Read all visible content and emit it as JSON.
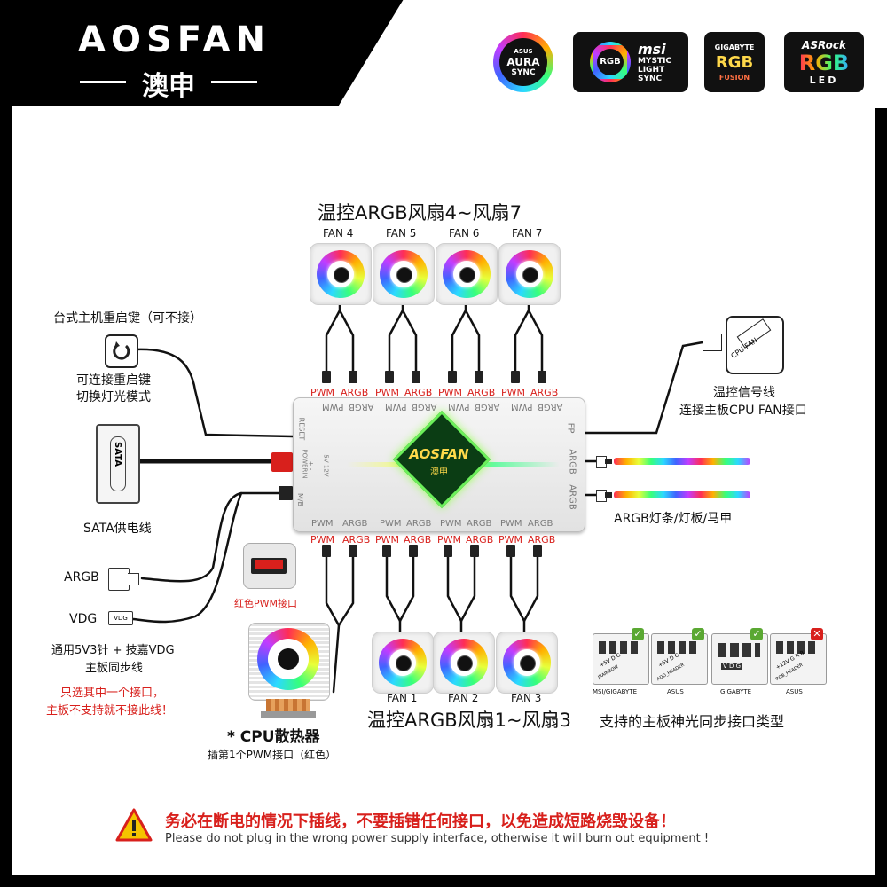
{
  "header": {
    "brand": "AOSFAN",
    "brand_sub": "澳申",
    "sync_logos": [
      {
        "name": "ASUS AURA SYNC",
        "lines": [
          "ASUS",
          "AURA",
          "SYNC"
        ]
      },
      {
        "name": "MSI MYSTIC LIGHT SYNC",
        "lines": [
          "RGB",
          "msi",
          "MYSTIC",
          "LIGHT",
          "SYNC"
        ]
      },
      {
        "name": "GIGABYTE RGB FUSION",
        "lines": [
          "GIGABYTE",
          "RGB",
          "FUSION"
        ]
      },
      {
        "name": "ASRock RGB LED",
        "lines": [
          "ASRock",
          "RGB",
          "LED"
        ]
      }
    ]
  },
  "top_group": {
    "title": "温控ARGB风扇4~风扇7",
    "fans": [
      "FAN 4",
      "FAN 5",
      "FAN 6",
      "FAN 7"
    ]
  },
  "bottom_group": {
    "title": "温控ARGB风扇1~风扇3",
    "fans": [
      "FAN 1",
      "FAN 2",
      "FAN 3"
    ]
  },
  "port_labels": {
    "pwm": "PWM",
    "argb": "ARGB"
  },
  "hub": {
    "brand": "AOSFAN",
    "brand_sub": "澳申",
    "side_left": [
      "RESET",
      "POWERIN",
      "+  -",
      "5V  12V",
      "M/B"
    ],
    "side_right": [
      "FP",
      "ARGB",
      "ARGB"
    ]
  },
  "left": {
    "reset_title": "台式主机重启键（可不接）",
    "reset_desc_1": "可连接重启键",
    "reset_desc_2": "切换灯光模式",
    "sata_plug_text": "SATA",
    "sata_label": "SATA供电线",
    "argb_label": "ARGB",
    "vdg_label": "VDG",
    "vdg_plug_text": "VDG",
    "sync_desc_1": "通用5V3针 + 技嘉VDG",
    "sync_desc_2": "主板同步线",
    "warn_1": "只选其中一个接口，",
    "warn_2": "主板不支持就不接此线！",
    "red_pwm_label": "红色PWM接口",
    "cooler_title": "* CPU散热器",
    "cooler_desc": "插第1个PWM接口（红色）"
  },
  "right": {
    "cpu_fan_tag": "CPU FAN",
    "signal_title": "温控信号线",
    "signal_desc": "连接主板CPU FAN接口",
    "strip_label": "ARGB灯条/灯板/马甲",
    "headers_title": "支持的主板神光同步接口类型",
    "headers": [
      {
        "caption": "MSI/GIGABYTE",
        "pins": "+5V D G",
        "note": "JRAINBOW",
        "supported": true
      },
      {
        "caption": "ASUS",
        "pins": "+5V D G",
        "note": "ADD_HEADER",
        "supported": true
      },
      {
        "caption": "GIGABYTE",
        "pins": "V D G",
        "note": "",
        "supported": true
      },
      {
        "caption": "ASUS",
        "pins": "+12V G R B",
        "note": "RGB_HEADER",
        "supported": false
      }
    ]
  },
  "warning": {
    "cn": "务必在断电的情况下插线，不要插错任何接口，以免造成短路烧毁设备！",
    "en": "Please do not plug in the wrong power supply interface, otherwise it will burn out equipment !"
  },
  "colors": {
    "accent_red": "#d8201c",
    "check_green": "#5aa832",
    "cross_red": "#d8201c"
  }
}
